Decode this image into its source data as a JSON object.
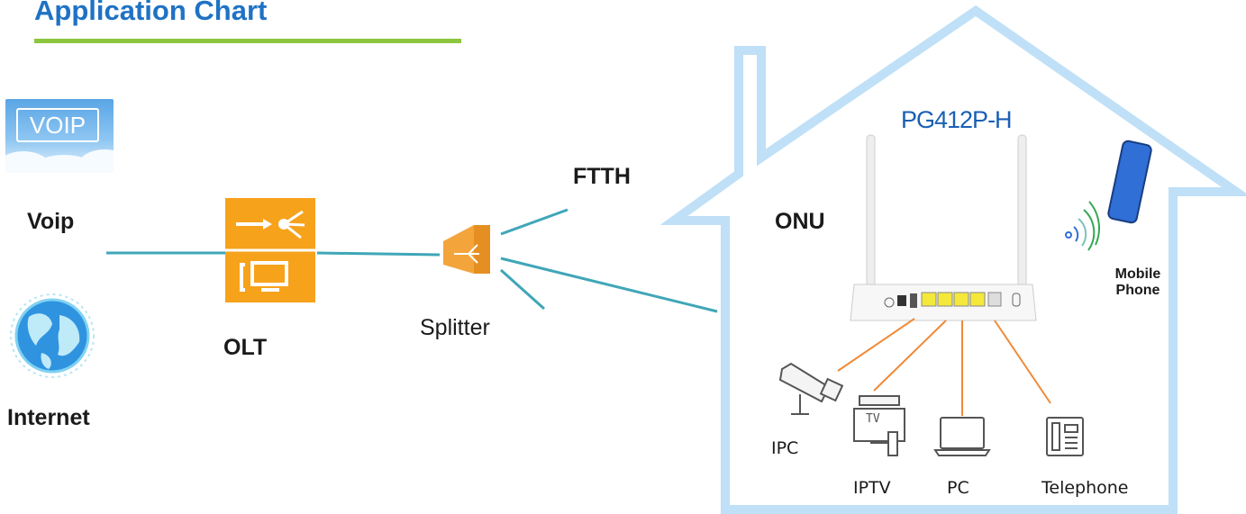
{
  "title": "Application Chart",
  "labels": {
    "voip": "Voip",
    "internet": "Internet",
    "olt": "OLT",
    "splitter": "Splitter",
    "ftth": "FTTH",
    "onu": "ONU",
    "model": "PG412P-H",
    "mobile_line1": "Mobile",
    "mobile_line2": "Phone",
    "ipc": "IPC",
    "iptv": "IPTV",
    "pc": "PC",
    "telephone": "Telephone"
  },
  "voip_badge": "VOIP",
  "tv_glyph": "TV",
  "colors": {
    "title": "#1f72c4",
    "title_underline": "#8cc63f",
    "fiber_line": "#3fa6b8",
    "house_outline": "#bfe0f7",
    "olt": "#f7a21b",
    "splitter": "#f3a43b",
    "lan_cable": "#f08a38",
    "lan_ports": "#f4e83a",
    "wifi": "#34a853",
    "phone": "#2f6fd6"
  },
  "icons": [
    "voip-image",
    "globe-icon",
    "olt-icon",
    "splitter-icon",
    "onu-router",
    "wifi-icon",
    "mobile-phone-icon",
    "ip-camera-icon",
    "iptv-icon",
    "laptop-icon",
    "telephone-icon"
  ]
}
